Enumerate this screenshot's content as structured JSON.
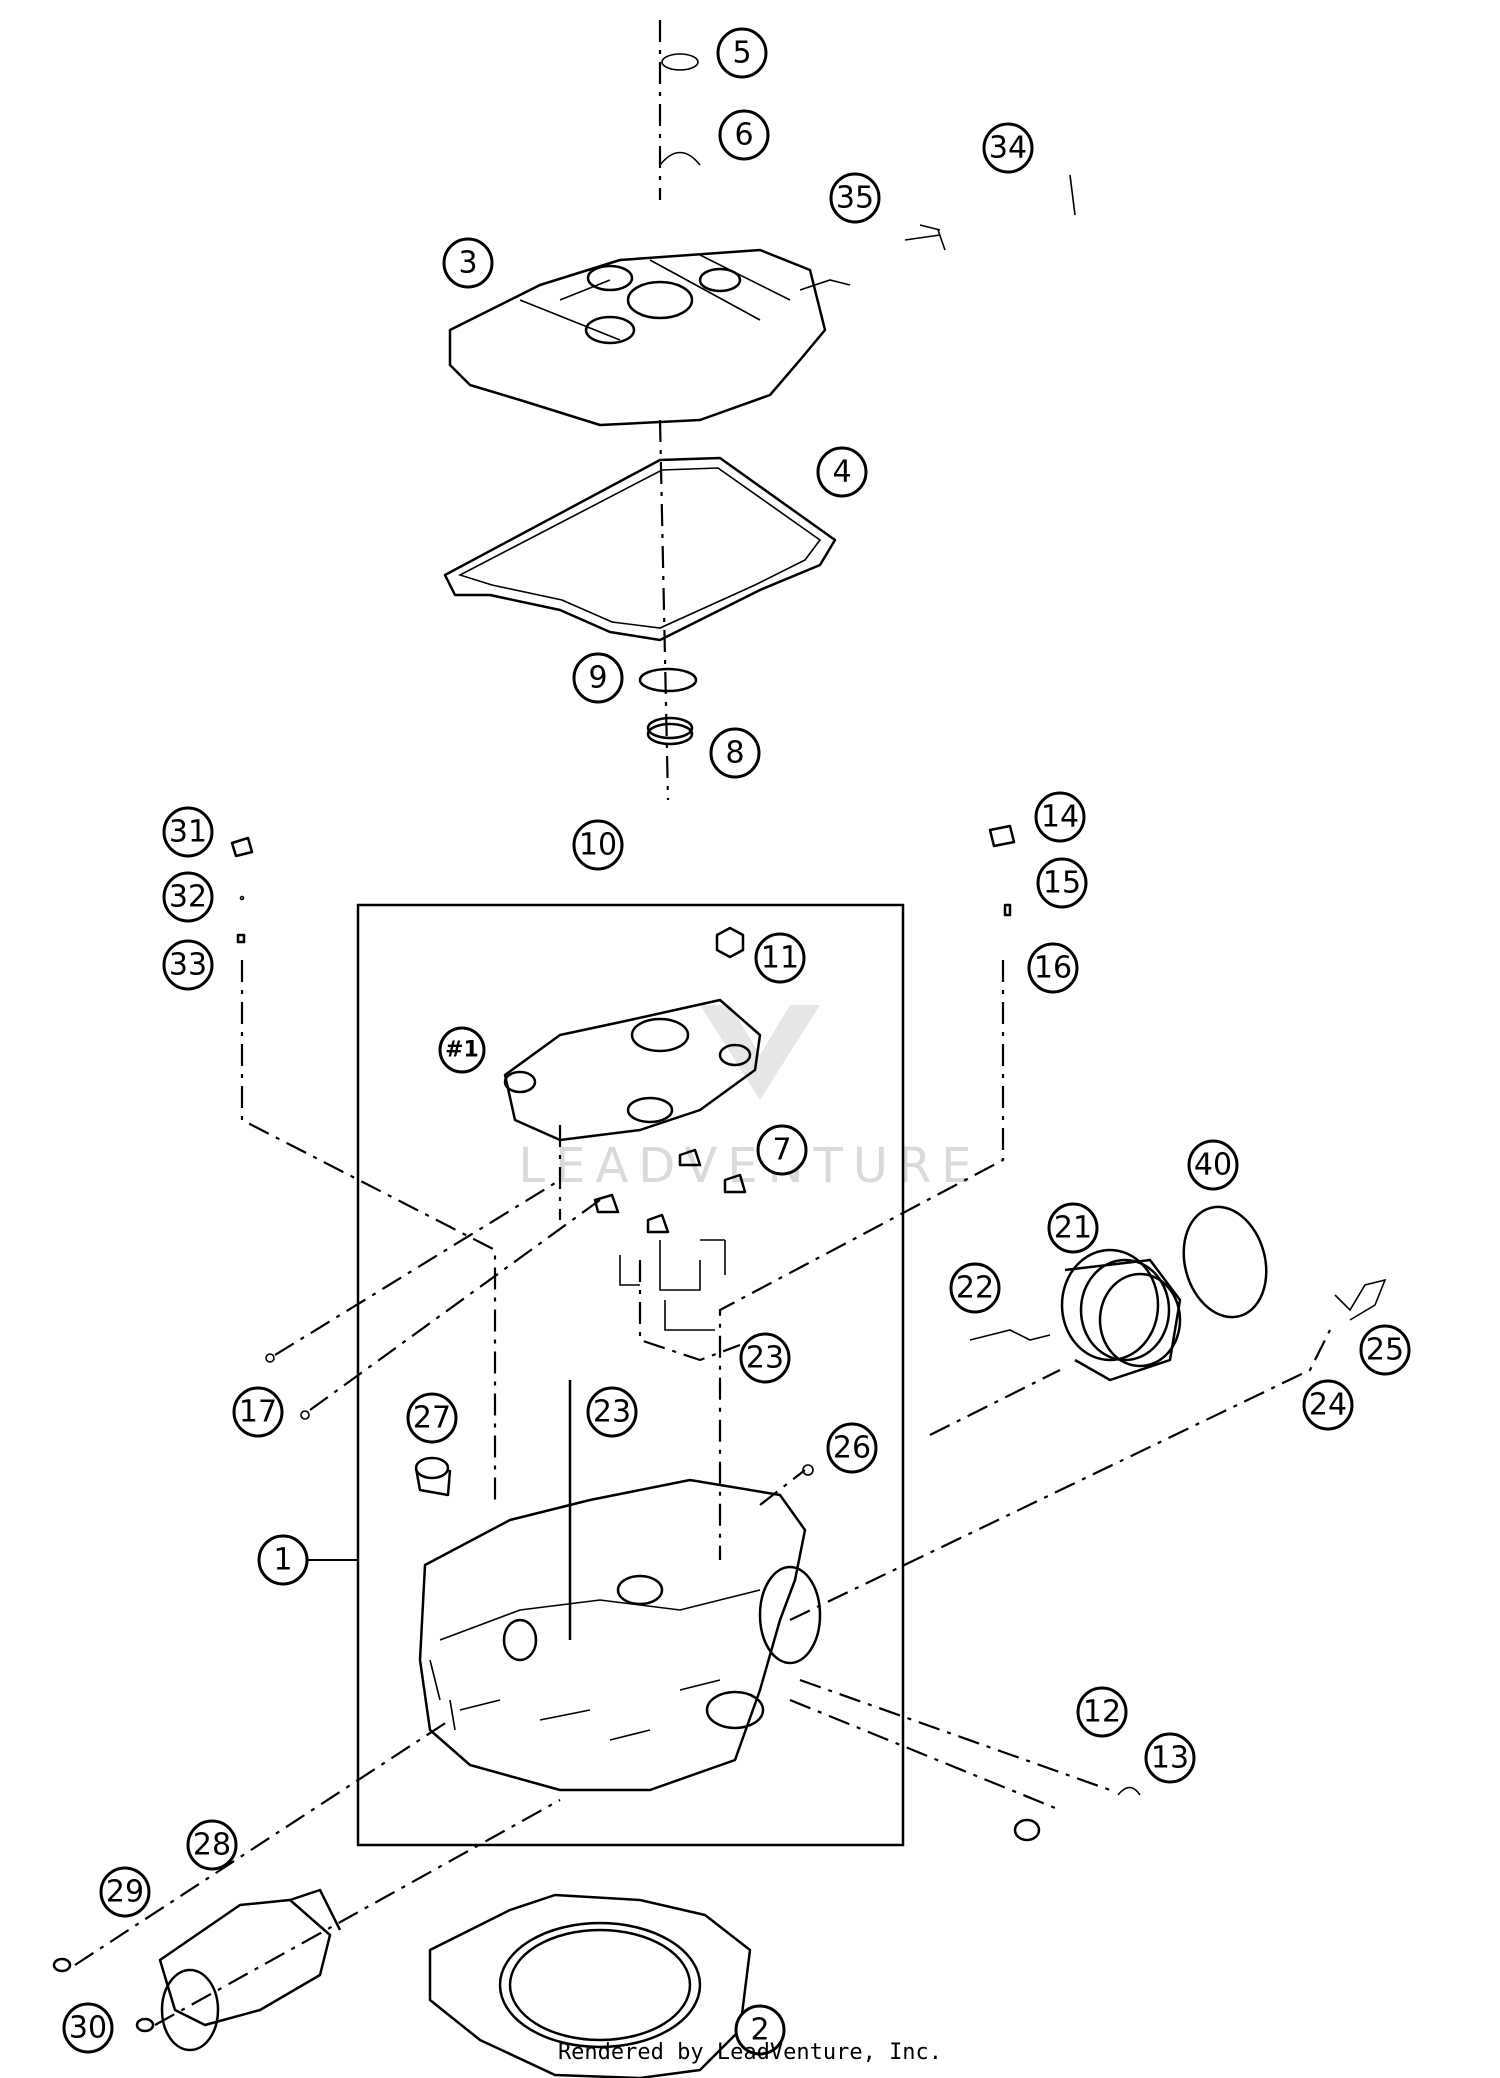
{
  "watermark": "LEADVENTURE",
  "credit": "Rendered by LeadVenture, Inc.",
  "callouts": [
    "1",
    "2",
    "3",
    "4",
    "5",
    "6",
    "7",
    "8",
    "9",
    "10",
    "11",
    "12",
    "13",
    "14",
    "15",
    "16",
    "17",
    "21",
    "22",
    "23",
    "23",
    "24",
    "25",
    "26",
    "27",
    "28",
    "29",
    "30",
    "31",
    "32",
    "33",
    "34",
    "35",
    "40",
    "#1"
  ]
}
